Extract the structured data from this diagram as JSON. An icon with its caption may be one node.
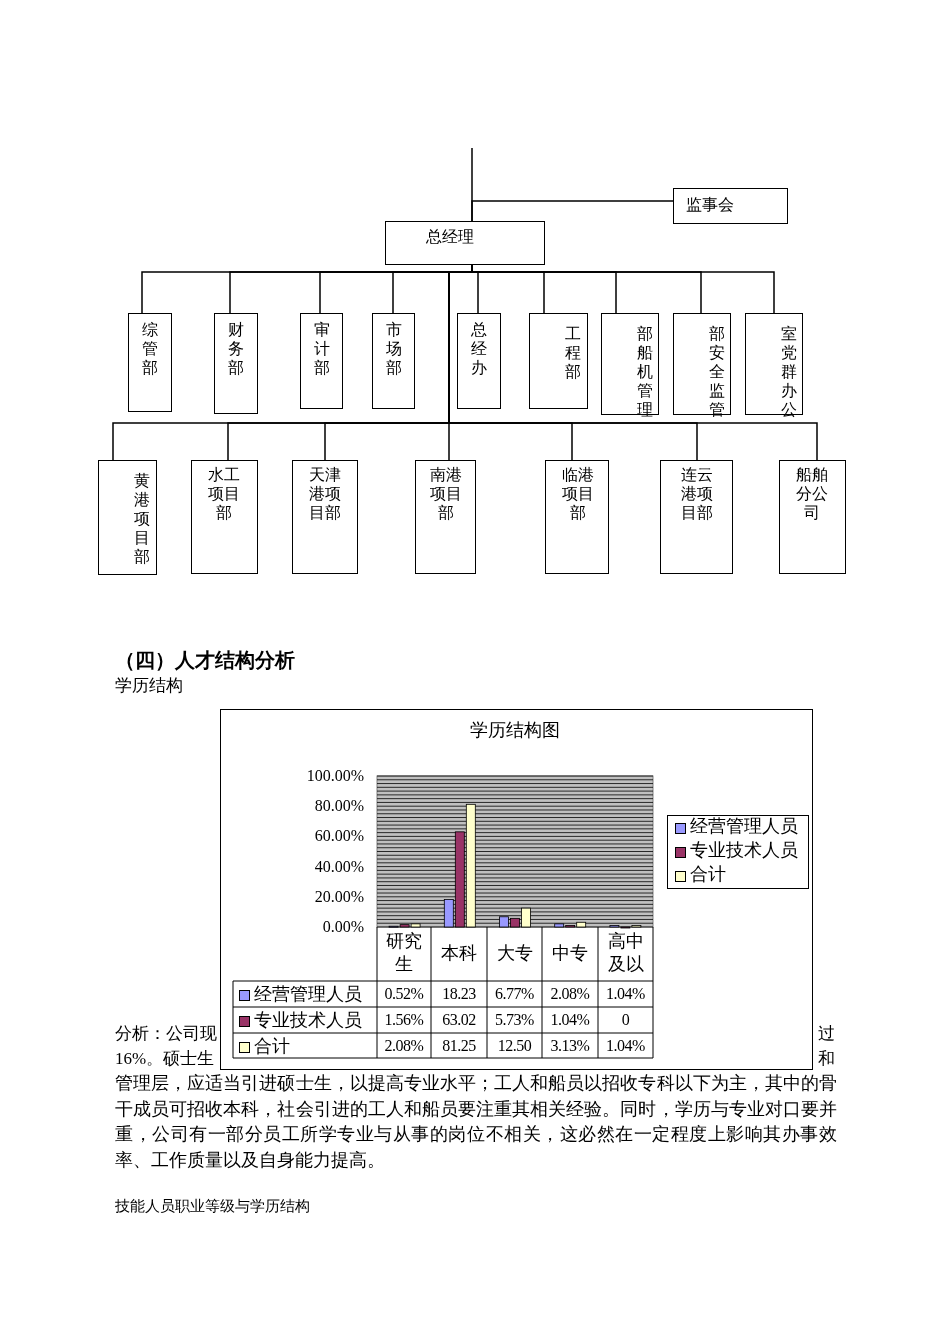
{
  "diagram": {
    "title": "（四）人才结构分析",
    "nodes": [
      {
        "text": [
          "监事会"
        ]
      },
      {
        "text": [
          "总经理"
        ]
      },
      {
        "text": [
          "综管部"
        ]
      },
      {
        "text": [
          "财务部"
        ]
      },
      {
        "text": [
          "审计部"
        ]
      },
      {
        "text": [
          "市场部"
        ]
      },
      {
        "text": [
          "总经办"
        ]
      },
      {
        "text": [
          "工程部"
        ]
      },
      {
        "text": [
          "部船机管理"
        ]
      },
      {
        "text": [
          "部安全监管"
        ]
      },
      {
        "text": [
          "室党群办公"
        ]
      },
      {
        "text": [
          "黄港项目部"
        ]
      },
      {
        "text": [
          "水工项目部"
        ]
      },
      {
        "text": [
          "天津港项目部"
        ]
      },
      {
        "text": [
          "南港项目部"
        ]
      },
      {
        "text": [
          "临港项目部"
        ]
      },
      {
        "text": [
          "连云港项目部"
        ]
      },
      {
        "text": [
          "船舶分公司"
        ]
      }
    ],
    "edges": [
      {
        "from": null,
        "to": 1,
        "arrow": "none"
      },
      {
        "from": 1,
        "to": 0,
        "arrow": "none"
      },
      {
        "from": 1,
        "to": 2,
        "arrow": "none"
      },
      {
        "from": 1,
        "to": 3,
        "arrow": "none"
      },
      {
        "from": 1,
        "to": 4,
        "arrow": "none"
      },
      {
        "from": 1,
        "to": 5,
        "arrow": "none"
      },
      {
        "from": 1,
        "to": 6,
        "arrow": "none"
      },
      {
        "from": 1,
        "to": 7,
        "arrow": "none"
      },
      {
        "from": 1,
        "to": 8,
        "arrow": "none"
      },
      {
        "from": 1,
        "to": 9,
        "arrow": "none"
      },
      {
        "from": 1,
        "to": 10,
        "arrow": "none"
      },
      {
        "from": 1,
        "to": 11,
        "arrow": "none"
      },
      {
        "from": 1,
        "to": 12,
        "arrow": "none"
      },
      {
        "from": 1,
        "to": 13,
        "arrow": "none"
      },
      {
        "from": 1,
        "to": 14,
        "arrow": "none"
      },
      {
        "from": 1,
        "to": 15,
        "arrow": "none"
      },
      {
        "from": 1,
        "to": 16,
        "arrow": "none"
      },
      {
        "from": 1,
        "to": 17,
        "arrow": "none"
      }
    ],
    "labels": [
      "学历结构",
      "0.52%",
      "18.23",
      "6.77%",
      "2.08%",
      "1.04%",
      "1.56%",
      "63.02",
      "5.73%",
      "1.04%",
      "0",
      "2.08%",
      "81.25",
      "12.50",
      "3.13%",
      "1.04%",
      "分析：公司现",
      "过",
      "16%。硕士生",
      "和",
      "管理层，应适当引进硕士生，以提高专业水平；工人和船员以招收专科以下为主，其中的骨干成员可招收本科，社会引进的工人和船员要注重其相关经验。同时，学历与专业对口要并重，公司有一部分员工所学专业与从事的岗位不相关，这必然在一定程度上影响其办事效率、工作质量以及自身能力提高。",
      "技能人员职业等级与学历结构"
    ],
    "chart_data": {
      "type": "bar",
      "title": "学历结构图",
      "categories": [
        "研究生",
        "本科",
        "大专",
        "中专",
        "高中及以"
      ],
      "series": [
        {
          "name": "经营管理人员",
          "color": "#9999ff",
          "values": [
            0.52,
            18.23,
            6.77,
            2.08,
            1.04
          ]
        },
        {
          "name": "专业技术人员",
          "color": "#993366",
          "values": [
            1.56,
            63.02,
            5.73,
            1.04,
            0
          ]
        },
        {
          "name": "合计",
          "color": "#ffffcc",
          "values": [
            2.08,
            81.25,
            12.5,
            3.13,
            1.04
          ]
        }
      ],
      "ylim": [
        0,
        100
      ],
      "grid": true,
      "legend": true,
      "yticks": [
        {
          "value": 0,
          "label": "0.00%"
        },
        {
          "value": 20,
          "label": "20.00%"
        },
        {
          "value": 40,
          "label": "40.00%"
        },
        {
          "value": 60,
          "label": "60.00%"
        },
        {
          "value": 80,
          "label": "80.00%"
        },
        {
          "value": 100,
          "label": "100.00%"
        }
      ]
    }
  }
}
